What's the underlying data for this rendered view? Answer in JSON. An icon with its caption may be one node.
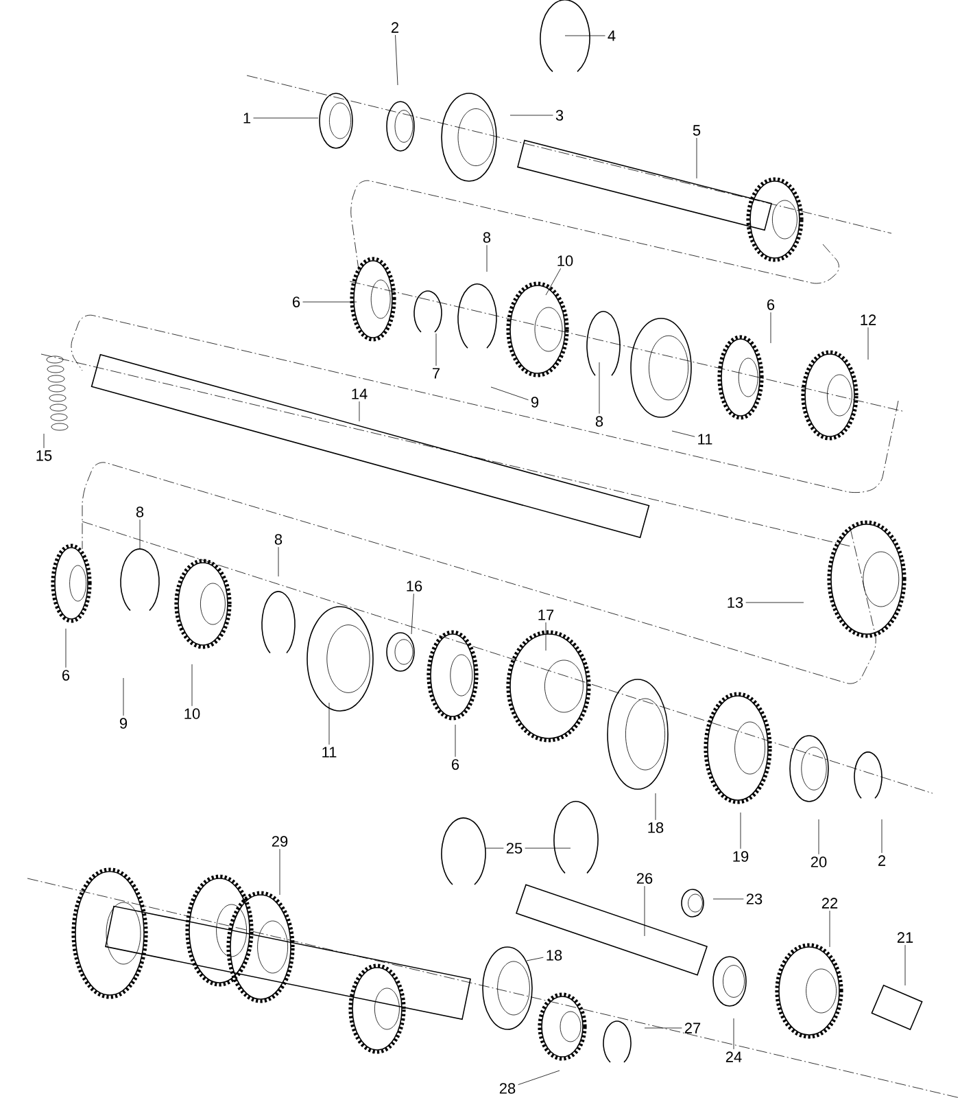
{
  "diagram": {
    "nodes": [
      {
        "text": [
          "1"
        ]
      },
      {
        "text": [
          "2"
        ]
      },
      {
        "text": [
          "3"
        ]
      },
      {
        "text": [
          "4"
        ]
      },
      {
        "text": [
          "5"
        ]
      },
      {
        "text": [
          "6"
        ]
      },
      {
        "text": [
          "8"
        ]
      },
      {
        "text": [
          "10"
        ]
      },
      {
        "text": [
          "7"
        ]
      },
      {
        "text": [
          "9"
        ]
      },
      {
        "text": [
          "8"
        ]
      },
      {
        "text": [
          "11"
        ]
      },
      {
        "text": [
          "6"
        ]
      },
      {
        "text": [
          "12"
        ]
      },
      {
        "text": [
          "14"
        ]
      },
      {
        "text": [
          "15"
        ]
      },
      {
        "text": [
          "13"
        ]
      },
      {
        "text": [
          "8"
        ]
      },
      {
        "text": [
          "8"
        ]
      },
      {
        "text": [
          "16"
        ]
      },
      {
        "text": [
          "17"
        ]
      },
      {
        "text": [
          "6"
        ]
      },
      {
        "text": [
          "9"
        ]
      },
      {
        "text": [
          "10"
        ]
      },
      {
        "text": [
          "11"
        ]
      },
      {
        "text": [
          "6"
        ]
      },
      {
        "text": [
          "18"
        ]
      },
      {
        "text": [
          "19"
        ]
      },
      {
        "text": [
          "20"
        ]
      },
      {
        "text": [
          "2"
        ]
      },
      {
        "text": [
          "25"
        ]
      },
      {
        "text": [
          "26"
        ]
      },
      {
        "text": [
          "23"
        ]
      },
      {
        "text": [
          "22"
        ]
      },
      {
        "text": [
          "29"
        ]
      },
      {
        "text": [
          "21"
        ]
      },
      {
        "text": [
          "18"
        ]
      },
      {
        "text": [
          "27"
        ]
      },
      {
        "text": [
          "24"
        ]
      },
      {
        "text": [
          "28"
        ]
      }
    ],
    "edges": [
      {
        "from": 0,
        "to": null,
        "arrow": "none"
      },
      {
        "from": 1,
        "to": null,
        "arrow": "none"
      },
      {
        "from": 2,
        "to": null,
        "arrow": "none"
      },
      {
        "from": 3,
        "to": null,
        "arrow": "none"
      },
      {
        "from": 4,
        "to": null,
        "arrow": "none"
      },
      {
        "from": 5,
        "to": null,
        "arrow": "none"
      },
      {
        "from": 6,
        "to": null,
        "arrow": "none"
      },
      {
        "from": 7,
        "to": null,
        "arrow": "none"
      },
      {
        "from": 8,
        "to": null,
        "arrow": "none"
      },
      {
        "from": 9,
        "to": null,
        "arrow": "none"
      },
      {
        "from": 10,
        "to": null,
        "arrow": "none"
      },
      {
        "from": 11,
        "to": null,
        "arrow": "none"
      },
      {
        "from": 12,
        "to": null,
        "arrow": "none"
      },
      {
        "from": 13,
        "to": null,
        "arrow": "none"
      },
      {
        "from": 14,
        "to": null,
        "arrow": "none"
      },
      {
        "from": 15,
        "to": null,
        "arrow": "none"
      },
      {
        "from": 16,
        "to": null,
        "arrow": "none"
      },
      {
        "from": 17,
        "to": null,
        "arrow": "none"
      },
      {
        "from": 18,
        "to": null,
        "arrow": "none"
      },
      {
        "from": 19,
        "to": null,
        "arrow": "none"
      },
      {
        "from": 20,
        "to": null,
        "arrow": "none"
      },
      {
        "from": 21,
        "to": null,
        "arrow": "none"
      },
      {
        "from": 22,
        "to": null,
        "arrow": "none"
      },
      {
        "from": 23,
        "to": null,
        "arrow": "none"
      },
      {
        "from": 24,
        "to": null,
        "arrow": "none"
      },
      {
        "from": 25,
        "to": null,
        "arrow": "none"
      },
      {
        "from": 26,
        "to": null,
        "arrow": "none"
      },
      {
        "from": 27,
        "to": null,
        "arrow": "none"
      },
      {
        "from": 28,
        "to": null,
        "arrow": "none"
      },
      {
        "from": 29,
        "to": null,
        "arrow": "none"
      },
      {
        "from": 30,
        "to": null,
        "arrow": "none"
      },
      {
        "from": 30,
        "to": null,
        "arrow": "none"
      },
      {
        "from": 31,
        "to": null,
        "arrow": "none"
      },
      {
        "from": 32,
        "to": null,
        "arrow": "none"
      },
      {
        "from": 33,
        "to": null,
        "arrow": "none"
      },
      {
        "from": 34,
        "to": null,
        "arrow": "none"
      },
      {
        "from": 35,
        "to": null,
        "arrow": "none"
      },
      {
        "from": 36,
        "to": null,
        "arrow": "none"
      },
      {
        "from": 37,
        "to": null,
        "arrow": "none"
      },
      {
        "from": 38,
        "to": null,
        "arrow": "none"
      },
      {
        "from": 39,
        "to": null,
        "arrow": "none"
      }
    ]
  }
}
